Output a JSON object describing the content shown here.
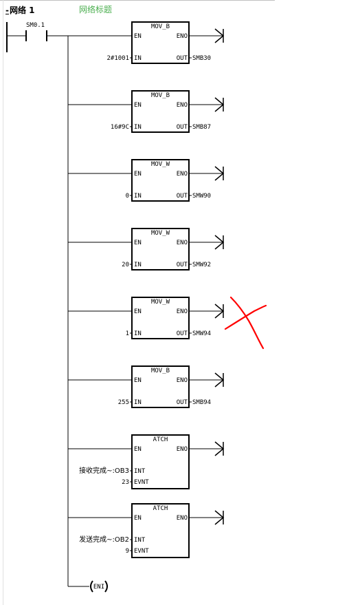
{
  "header": {
    "expand_symbol": "-",
    "network_label": "网络 1",
    "network_title": "网络标题"
  },
  "contact": {
    "name": "SM0.1"
  },
  "pins": {
    "en": "EN",
    "eno": "ENO",
    "in": "IN",
    "out": "OUT",
    "int": "INT",
    "evnt": "EVNT"
  },
  "boxes": [
    {
      "type": "MOV_B",
      "in": "2#1001",
      "out": "SMB30"
    },
    {
      "type": "MOV_B",
      "in": "16#9C",
      "out": "SMB87"
    },
    {
      "type": "MOV_W",
      "in": "0",
      "out": "SMW90"
    },
    {
      "type": "MOV_W",
      "in": "20",
      "out": "SMW92"
    },
    {
      "type": "MOV_W",
      "in": "1",
      "out": "SMW94"
    },
    {
      "type": "MOV_B",
      "in": "255",
      "out": "SMB94"
    },
    {
      "type": "ATCH",
      "int": "接收完成~:OB3",
      "evnt": "23"
    },
    {
      "type": "ATCH",
      "int": "发送完成~:OB2",
      "evnt": "9"
    }
  ],
  "end_coil": {
    "label": "ENI"
  },
  "annotation": {
    "mark_color": "#ff0000",
    "target": "SMW94"
  }
}
